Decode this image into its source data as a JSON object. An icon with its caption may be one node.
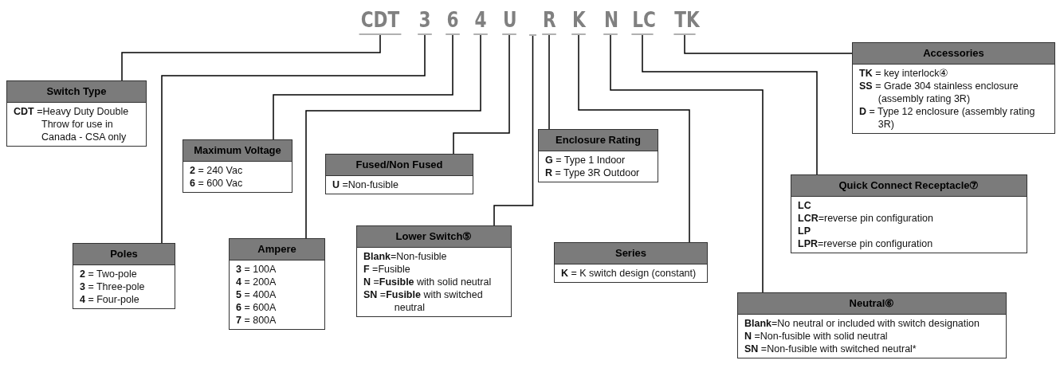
{
  "diagram": {
    "nodes": [
      {
        "text": [
          "CDT"
        ]
      },
      {
        "text": [
          "3"
        ]
      },
      {
        "text": [
          "6"
        ]
      },
      {
        "text": [
          "4"
        ]
      },
      {
        "text": [
          "U"
        ]
      },
      {
        "text": [],
        "shape": "bar"
      },
      {
        "text": [
          "R"
        ]
      },
      {
        "text": [
          "K"
        ]
      },
      {
        "text": [
          "N"
        ]
      },
      {
        "text": [
          "LC"
        ]
      },
      {
        "text": [
          "TK"
        ]
      },
      {
        "text": [
          "Switch Type",
          "**CDT** =Heavy Duty Double Throw for use in Canada - CSA only"
        ]
      },
      {
        "text": [
          "Maximum Voltage",
          "**2** = 240 Vac",
          "**6** = 600 Vac"
        ]
      },
      {
        "text": [
          "Fused/Non Fused",
          "**U** =Non-fusible"
        ]
      },
      {
        "text": [
          "Enclosure Rating",
          "**G** = Type 1 Indoor",
          "**R** = Type 3R Outdoor"
        ]
      },
      {
        "text": [
          "Accessories",
          "**TK** = key interlock④",
          "**SS** = Grade 304 stainless enclosure (assembly rating 3R)",
          "**D** = Type 12 enclosure (assembly rating 3R)"
        ]
      },
      {
        "text": [
          "Poles",
          "**2** = Two-pole",
          "**3** = Three-pole",
          "**4** = Four-pole"
        ]
      },
      {
        "text": [
          "Ampere",
          "**3** = 100A",
          "**4** = 200A",
          "**5** = 400A",
          "**6** = 600A",
          "**7** = 800A"
        ]
      },
      {
        "text": [
          "Lower Switch⑤",
          "**Blank**=Non-fusible",
          "**F** =Fusible",
          "**N** =**Fusible** with solid neutral",
          "**SN** =**Fusible** with switched neutral"
        ]
      },
      {
        "text": [
          "Series",
          "**K** = K switch design (constant)"
        ]
      },
      {
        "text": [
          "Quick Connect Receptacle⑦",
          "**LC**",
          "**LCR**=reverse pin configuration",
          "**LP**",
          "**LPR**=reverse pin configuration"
        ]
      },
      {
        "text": [
          "Neutral⑥",
          "**Blank**=No neutral or included with switch designation",
          "**N** =Non-fusible with solid neutral",
          "**SN** =Non-fusible with switched neutral*"
        ]
      }
    ],
    "edges": [
      {
        "from": 0,
        "to": 11,
        "arrow": "none"
      },
      {
        "from": 1,
        "to": 16,
        "arrow": "none"
      },
      {
        "from": 2,
        "to": 12,
        "arrow": "none"
      },
      {
        "from": 3,
        "to": 17,
        "arrow": "none"
      },
      {
        "from": 4,
        "to": 13,
        "arrow": "none"
      },
      {
        "from": 5,
        "to": 18,
        "arrow": "none"
      },
      {
        "from": 6,
        "to": 14,
        "arrow": "none"
      },
      {
        "from": 7,
        "to": 19,
        "arrow": "none"
      },
      {
        "from": 8,
        "to": 21,
        "arrow": "none"
      },
      {
        "from": 9,
        "to": 20,
        "arrow": "none"
      },
      {
        "from": 10,
        "to": 15,
        "arrow": "none"
      }
    ]
  }
}
